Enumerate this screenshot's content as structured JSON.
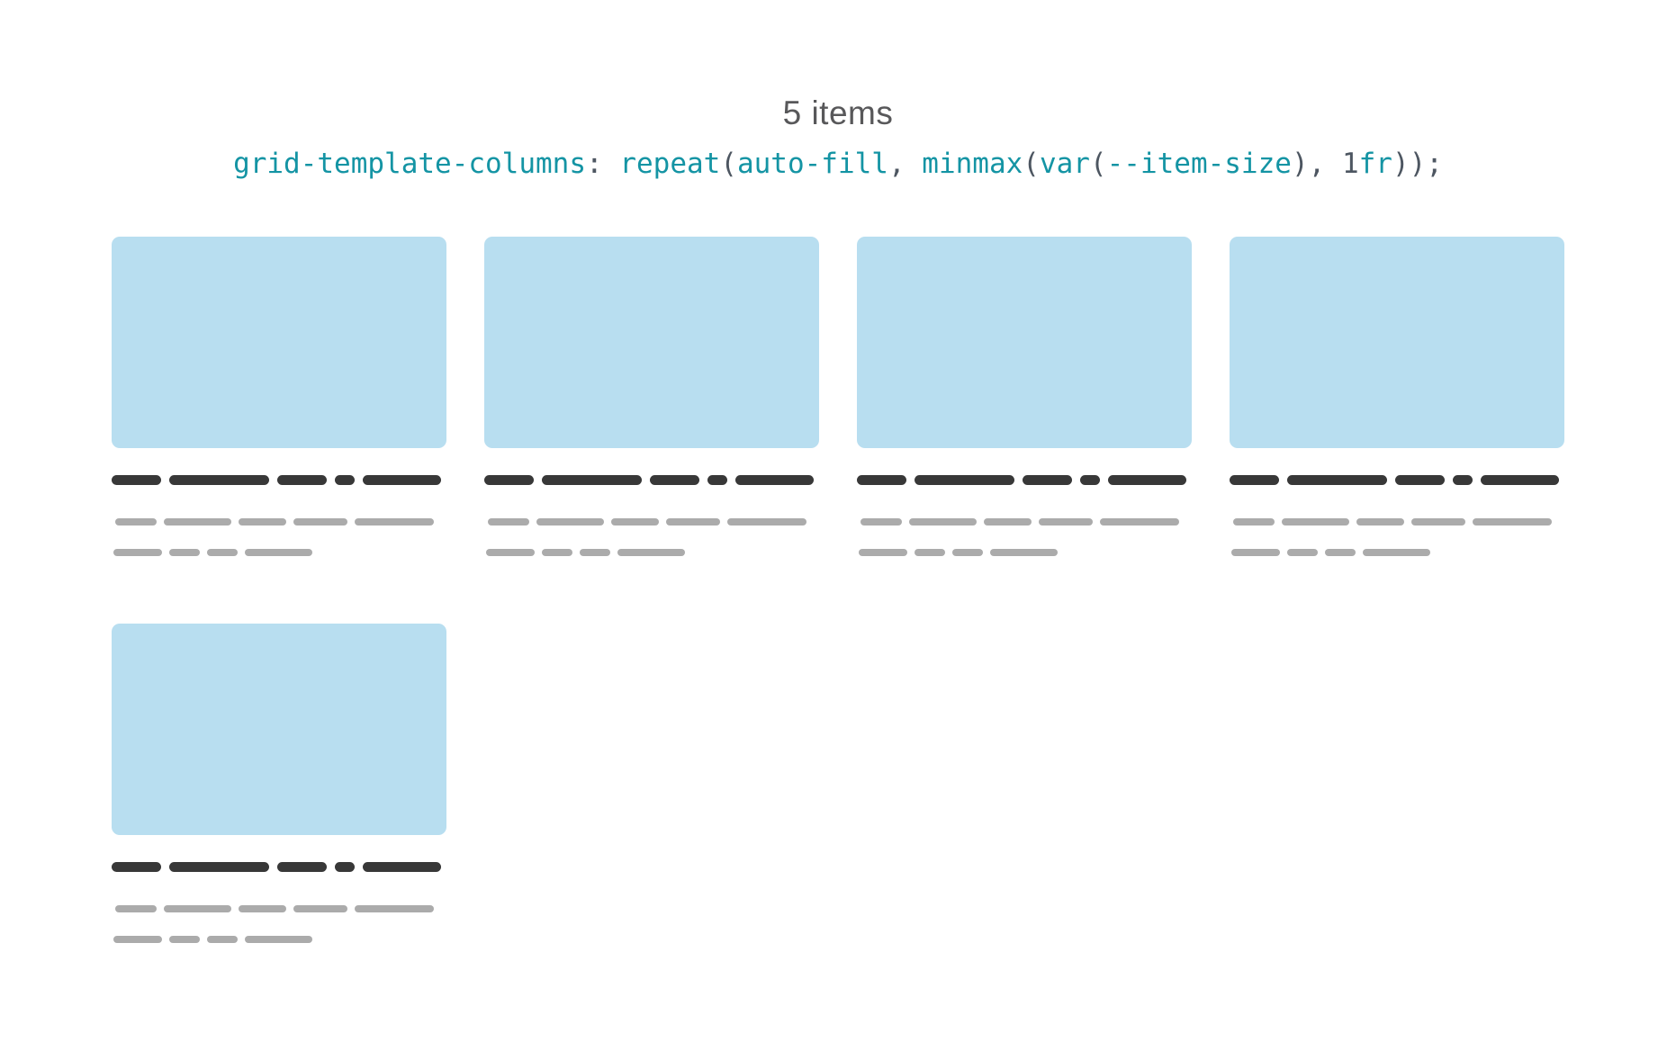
{
  "header": {
    "items_count_label": "5 items"
  },
  "code": {
    "full_text": "grid-template-columns: repeat(auto-fill, minmax(var(--item-size), 1fr));",
    "tokens": [
      {
        "text": "grid-template-columns",
        "type": "property"
      },
      {
        "text": ": ",
        "type": "punct"
      },
      {
        "text": "repeat",
        "type": "function"
      },
      {
        "text": "(",
        "type": "punct"
      },
      {
        "text": "auto-fill",
        "type": "value"
      },
      {
        "text": ", ",
        "type": "punct"
      },
      {
        "text": "minmax",
        "type": "function"
      },
      {
        "text": "(",
        "type": "punct"
      },
      {
        "text": "var",
        "type": "function"
      },
      {
        "text": "(",
        "type": "punct"
      },
      {
        "text": "--item-size",
        "type": "variable"
      },
      {
        "text": ")",
        "type": "punct"
      },
      {
        "text": ", ",
        "type": "punct"
      },
      {
        "text": "1",
        "type": "punct"
      },
      {
        "text": "fr",
        "type": "unit"
      },
      {
        "text": "));",
        "type": "punct"
      }
    ]
  },
  "grid": {
    "item_count": 5,
    "columns_rendered": 4,
    "skeleton": {
      "dark_row_widths": [
        55,
        111,
        55,
        22,
        87
      ],
      "gray_row1_widths": [
        46,
        75,
        53,
        60,
        88
      ],
      "gray_row2_widths": [
        54,
        34,
        34,
        75
      ]
    }
  },
  "colors": {
    "code_teal": "#1494a4",
    "code_punct": "#4d5661",
    "thumb_blue": "#b8def0",
    "skeleton_dark": "#383838",
    "skeleton_gray": "#ababab",
    "title_gray": "#58585a"
  }
}
